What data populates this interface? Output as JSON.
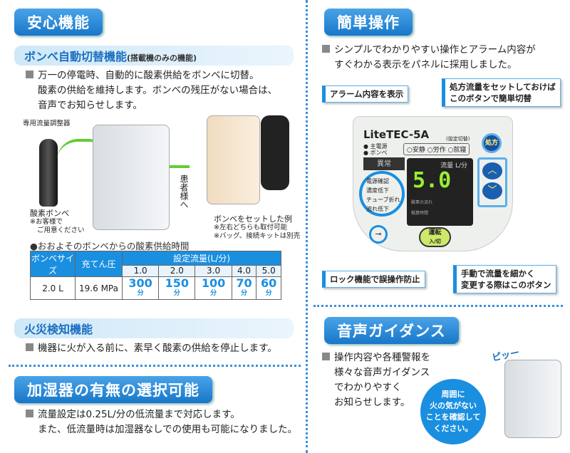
{
  "left": {
    "header": "安心機能",
    "bombe": {
      "title": "ボンベ自動切替機能",
      "note": "(搭載機のみの機能)",
      "lines": [
        "万一の停電時、自動的に酸素供給をボンベに切替。",
        "酸素の供給を維持します。ボンベの残圧がない場合は、",
        "音声でお知らせします。"
      ],
      "regulator_label": "専用流量調整器",
      "cylinder_label": "酸素ボンベ",
      "cylinder_note": [
        "※お客様で",
        "ご用意ください"
      ],
      "to_patient": "患者様へ",
      "example_label": "ボンベをセットした例",
      "example_notes": [
        "※左右どちらも取付可能",
        "※バッグ、接続キットは別売"
      ]
    },
    "table": {
      "caption": "●おおよそのボンベからの酸素供給時間",
      "col_size": "ボンベサイズ",
      "col_pressure": "充てん圧",
      "col_flow": "設定流量(L/分)",
      "flows": [
        "1.0",
        "2.0",
        "3.0",
        "4.0",
        "5.0"
      ],
      "size": "2.0 L",
      "pressure": "19.6 MPa",
      "times": [
        "300",
        "150",
        "100",
        "70",
        "60"
      ],
      "unit": "分"
    },
    "fire": {
      "title": "火災検知機能",
      "line": "機器に火が入る前に、素早く酸素の供給を停止します。"
    },
    "humid": {
      "header": "加湿器の有無の選択可能",
      "lines": [
        "流量設定は0.25L/分の低流量まで対応します。",
        "また、低流量時は加湿器なしでの使用も可能になりました。"
      ]
    }
  },
  "right": {
    "header": "簡単操作",
    "lines": [
      "シンプルでわかりやすい操作とアラーム内容が",
      "すぐわかる表示をパネルに採用しました。"
    ],
    "callouts": {
      "alarm": "アラーム内容を表示",
      "rx": [
        "処方流量をセットしておけば",
        "このボタンで簡単切替"
      ],
      "lock": "ロック機能で誤操作防止",
      "manual": [
        "手動で流量を細かく",
        "変更する際はこのボタン"
      ]
    },
    "panel": {
      "brand": "LiteTEC-5A",
      "mains": "主電源",
      "bombe": "ボンベ",
      "modes": [
        "安静",
        "労作",
        "就寝"
      ],
      "rx_button": "処方",
      "mode_switch": "(設定切替)",
      "abnormal": "異常",
      "alarms": [
        "電源確認",
        "濃度低下",
        "チューブ折れ",
        "流れ低下"
      ],
      "flow_label": "流量 L/分",
      "flow_value": "5.0",
      "o2_flow": "酸素の流れ",
      "hours": "積算時間",
      "run": "運転",
      "run_sub": "入/切"
    },
    "voice": {
      "header": "音声ガイダンス",
      "lines": [
        "操作内容や各種警報を",
        "様々な音声ガイダンス",
        "でわかりやすく",
        "お知らせします。"
      ],
      "beep": "ピッー",
      "bubble": [
        "周囲に",
        "火の気がない",
        "ことを確認して",
        "ください。"
      ]
    }
  }
}
